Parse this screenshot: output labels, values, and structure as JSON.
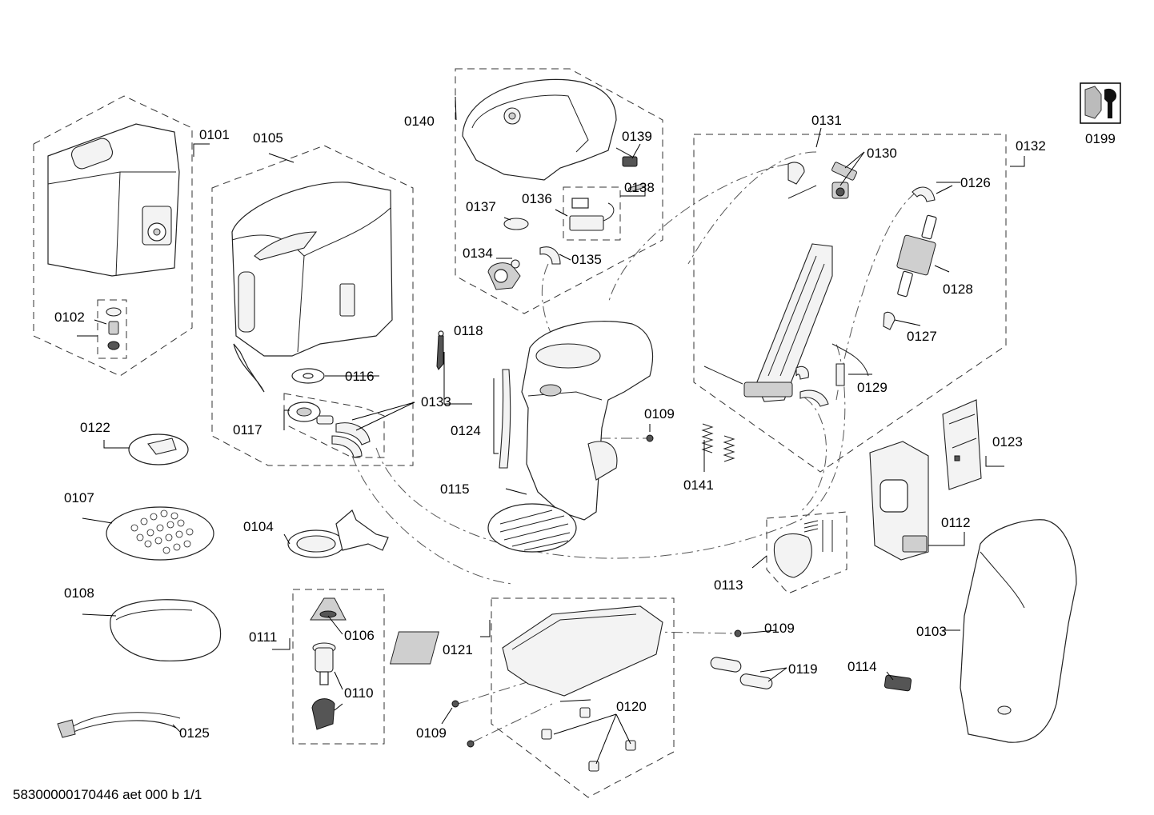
{
  "callouts": {
    "p0101": "0101",
    "p0102": "0102",
    "p0103": "0103",
    "p0104": "0104",
    "p0105": "0105",
    "p0106": "0106",
    "p0107": "0107",
    "p0108": "0108",
    "p0109a": "0109",
    "p0109b": "0109",
    "p0109c": "0109",
    "p0110": "0110",
    "p0111": "0111",
    "p0112": "0112",
    "p0113": "0113",
    "p0114": "0114",
    "p0115": "0115",
    "p0116": "0116",
    "p0117": "0117",
    "p0118": "0118",
    "p0119": "0119",
    "p0120": "0120",
    "p0121": "0121",
    "p0122": "0122",
    "p0123": "0123",
    "p0124": "0124",
    "p0125": "0125",
    "p0126": "0126",
    "p0127": "0127",
    "p0128": "0128",
    "p0129": "0129",
    "p0130": "0130",
    "p0131": "0131",
    "p0132": "0132",
    "p0133": "0133",
    "p0134": "0134",
    "p0135": "0135",
    "p0136": "0136",
    "p0137": "0137",
    "p0138": "0138",
    "p0139": "0139",
    "p0140": "0140",
    "p0141": "0141",
    "p0199": "0199"
  },
  "footer": {
    "document_id": "58300000170446 aet 000 b 1/1"
  },
  "icons": {
    "service_kit": "wrench-nut-icon"
  }
}
